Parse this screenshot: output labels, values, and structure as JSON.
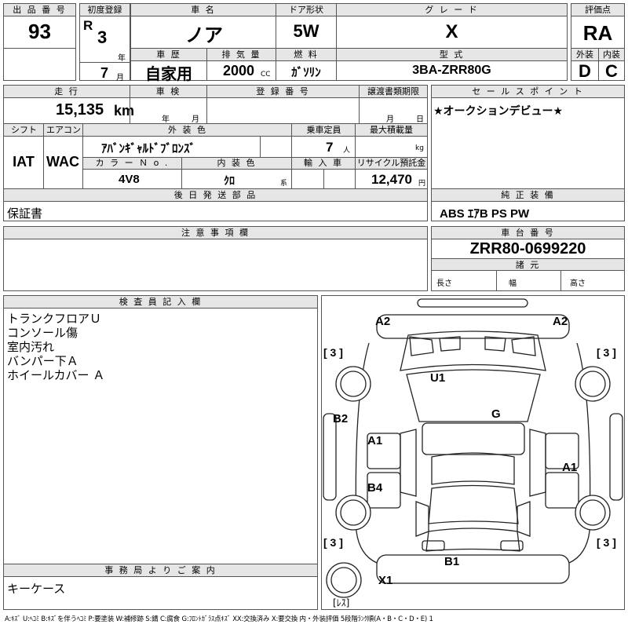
{
  "labels": {
    "lot_no": "出 品 番 号",
    "first_reg": "初度登録",
    "model_name": "車 名",
    "door": "ドア形状",
    "grade": "グ レ ー ド",
    "score": "評価点",
    "history": "車 歴",
    "displacement": "排 気 量",
    "fuel": "燃 料",
    "model_code": "型 式",
    "exterior": "外装",
    "interior": "内装",
    "year_unit": "年",
    "month_unit": "月",
    "cc_unit": "CC",
    "mileage": "走 行",
    "inspection": "車 検",
    "reg_no": "登 録 番 号",
    "transfer": "譲渡書類期限",
    "sales_point": "セ ー ル ス ポ イ ン ト",
    "km_unit": "km",
    "shift": "シフト",
    "aircon": "エアコン",
    "ext_color": "外 装 色",
    "capacity": "乗車定員",
    "max_load": "最大積載量",
    "color_no": "カ ラ ー Ｎ o .",
    "int_color": "内 装 色",
    "import": "輸 入 車",
    "recycle": "リサイクル預託金",
    "person_unit": "人",
    "kg_unit": "kg",
    "series_unit": "系",
    "yen_unit": "円",
    "later_parts": "後 日 発 送 部 品",
    "genuine": "純 正 装 備",
    "notes": "注 意 事 項 欄",
    "chassis_no": "車 台 番 号",
    "specs": "諸 元",
    "length": "長さ",
    "width": "幅",
    "height": "高さ",
    "inspector": "検 査 員 記 入 欄",
    "office": "事 務 局 よ り ご 案 内"
  },
  "vehicle": {
    "lot_no": "93",
    "era": "R",
    "reg_year": "3",
    "reg_month": "7",
    "model_name": "ノア",
    "door": "5W",
    "grade": "X",
    "score": "RA",
    "history": "自家用",
    "displacement": "2000",
    "fuel": "ｶﾞｿﾘﾝ",
    "model_code": "3BA-ZRR80G",
    "exterior_grade": "D",
    "interior_grade": "C",
    "mileage": "15,135",
    "inspection_year": "年",
    "inspection_month": "月",
    "transfer_month": "月",
    "transfer_day": "日",
    "sales_point": "★オークションデビュー★",
    "shift": "IAT",
    "aircon": "WAC",
    "ext_color": "ｱﾊﾞﾝｷﾞｬﾙﾄﾞﾌﾞﾛﾝｽﾞ",
    "capacity": "7",
    "color_no": "4V8",
    "int_color": "ｸﾛ",
    "recycle": "12,470",
    "later_parts": "保証書",
    "genuine": "ABS ｴｱB PS PW",
    "chassis_no": "ZRR80-0699220"
  },
  "inspector_notes": [
    "トランクフロアＵ",
    "コンソール傷",
    "室内汚れ",
    "バンパー下Ａ",
    "ホイールカバー Ａ"
  ],
  "office_note": "キーケース",
  "diagram": {
    "a2_left": "A2",
    "a2_right": "A2",
    "u1": "U1",
    "g": "G",
    "b2": "B2",
    "a1_left": "A1",
    "a1_right": "A1",
    "b4": "B4",
    "b1": "B1",
    "x1": "X1",
    "tire_tl": "[ 3 ]",
    "tire_tr": "[ 3 ]",
    "tire_bl": "[ 3 ]",
    "tire_br": "[ 3 ]",
    "spare": "[ﾚｽ]"
  },
  "legend": "A:ｷｽﾞ U:ﾍｺﾐ B:ｷｽﾞを伴うﾍｺﾐ P:要塗装 W:補修跡 S:錆 C:腐食 G:ﾌﾛﾝﾄｶﾞﾗｽ点ｷｽﾞ XX:交換済み X:要交換 内・外装評価 5段階ﾗﾝｸ順(A・B・C・D・E) 1"
}
